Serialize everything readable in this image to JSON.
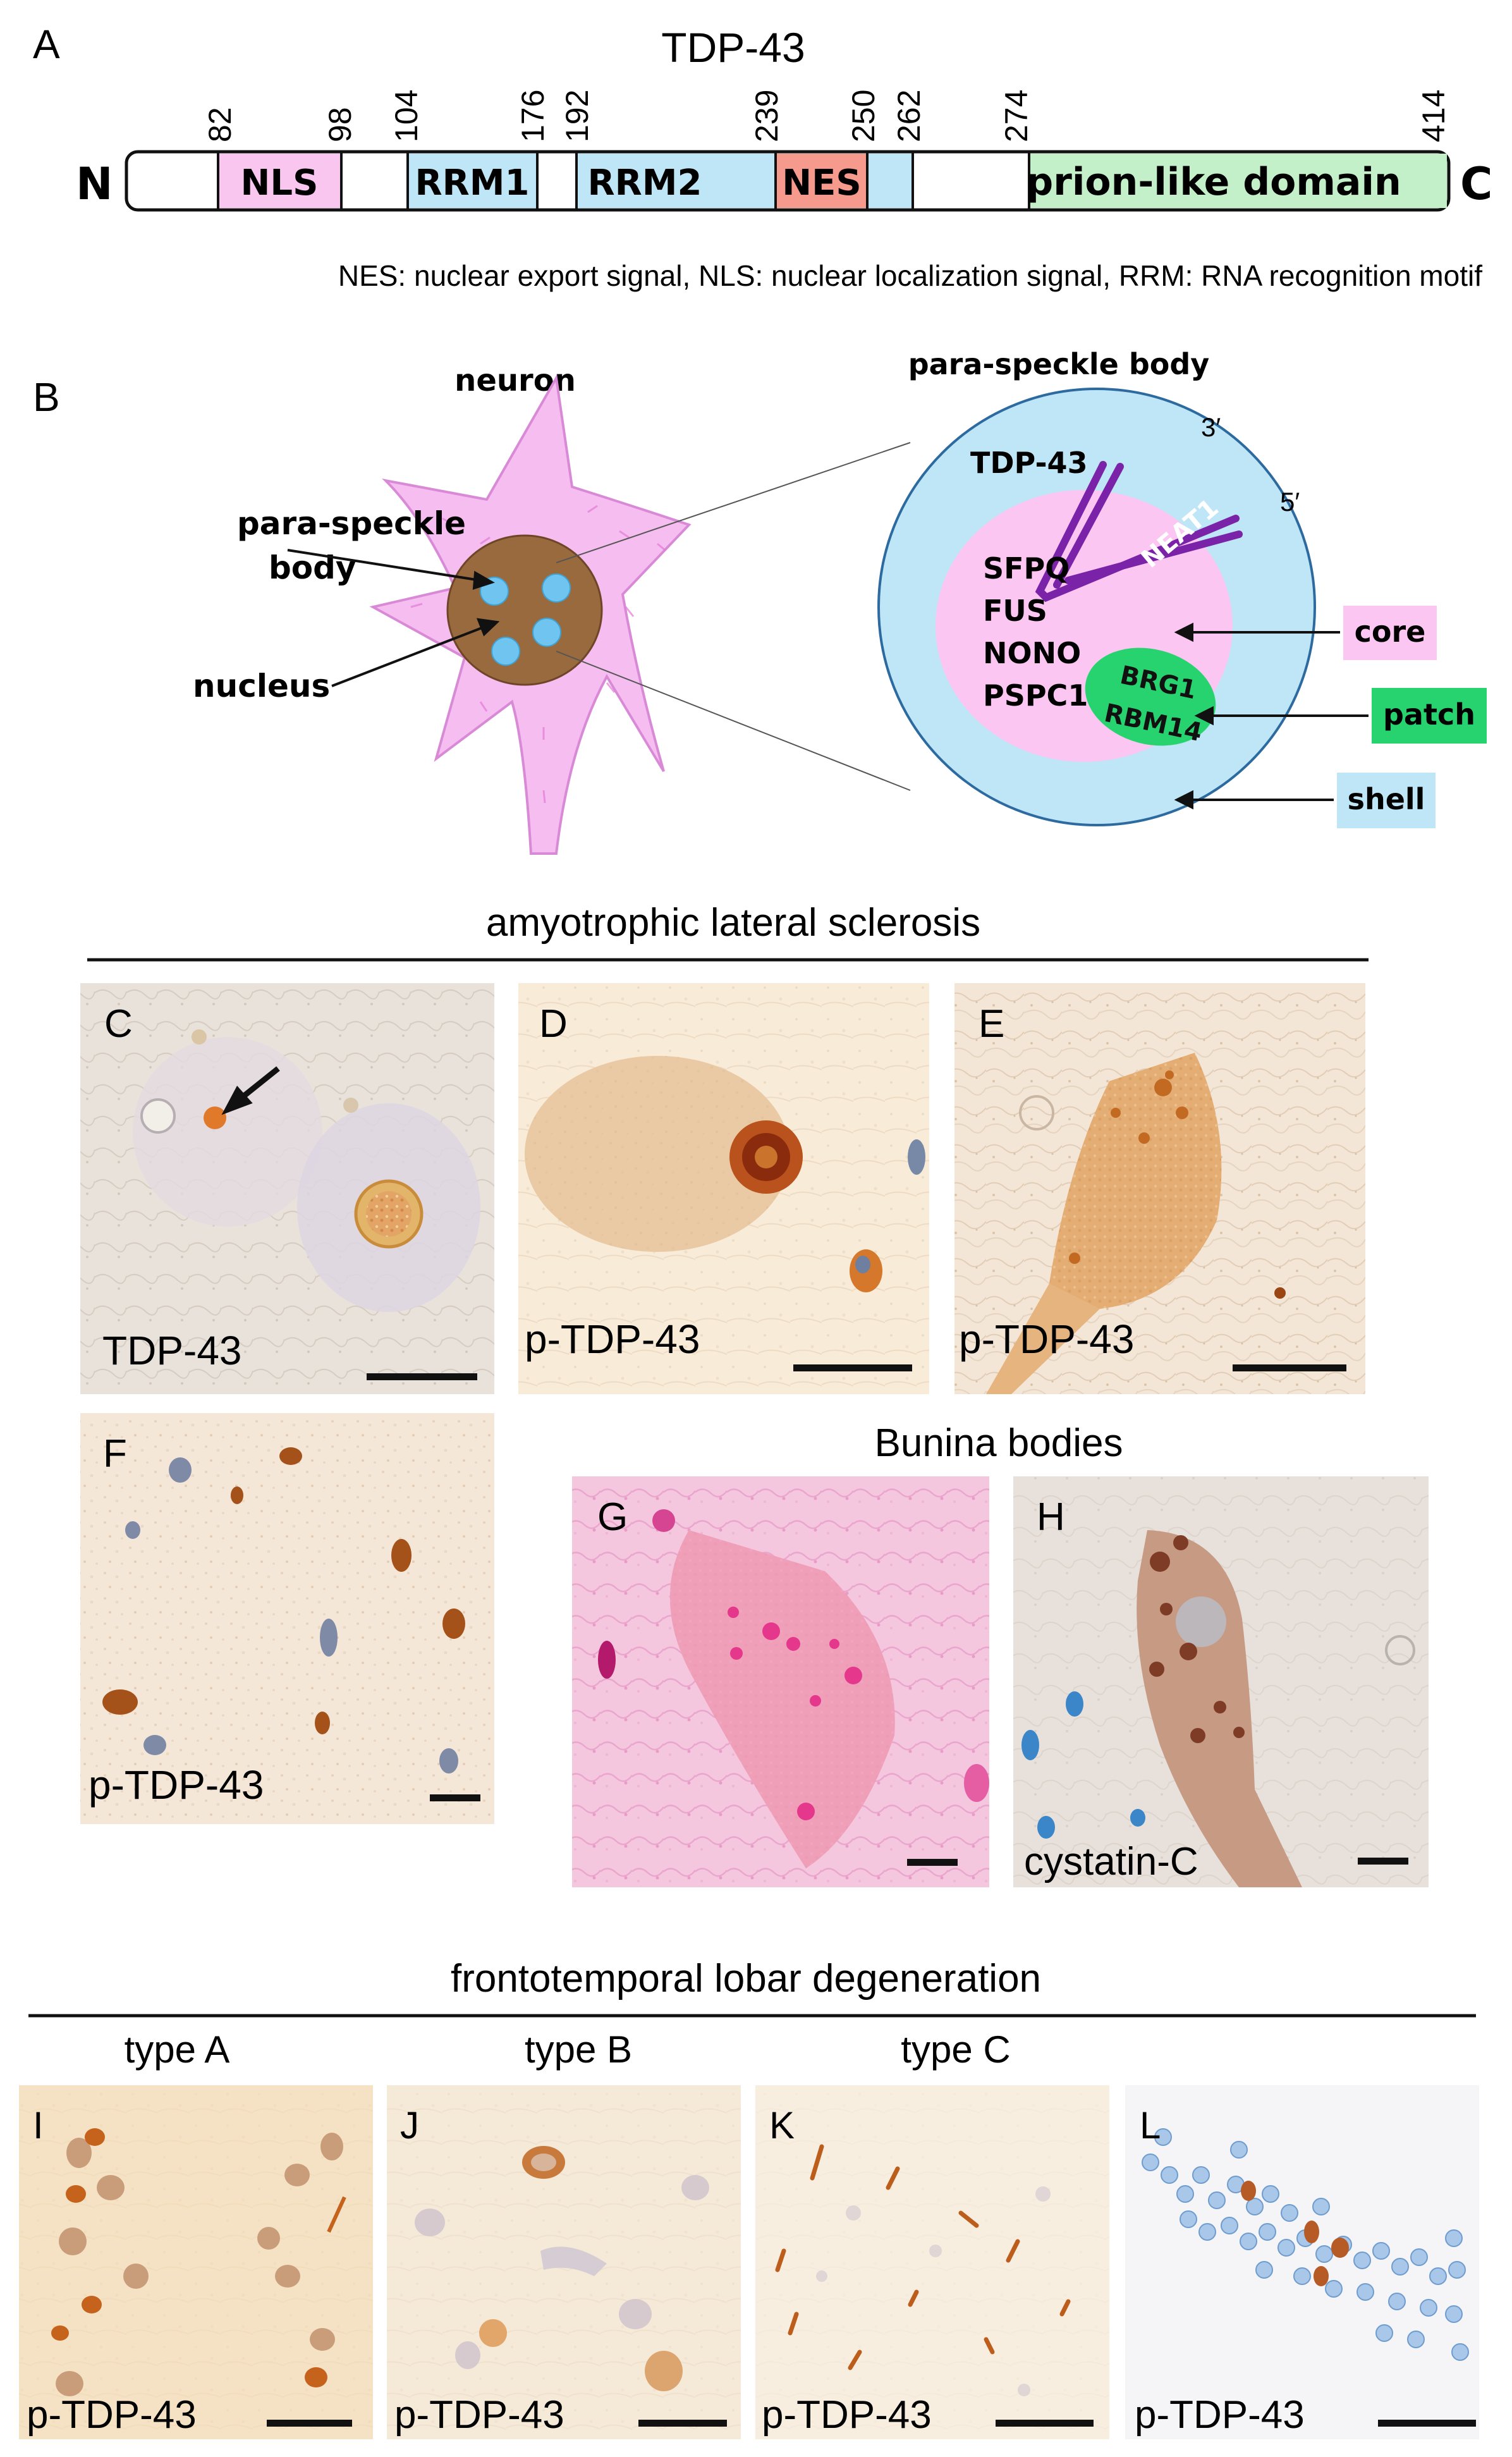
{
  "panelA": {
    "letter": "A",
    "title": "TDP-43",
    "n_label": "N",
    "c_label": "C",
    "positions": [
      "82",
      "98",
      "104",
      "176",
      "192",
      "239",
      "250",
      "262",
      "274",
      "414"
    ],
    "domains": {
      "nls": "NLS",
      "rrm1": "RRM1",
      "rrm2": "RRM2",
      "nes": "NES",
      "prion": "prion-like domain"
    },
    "legend": "NES: nuclear export signal, NLS: nuclear localization signal, RRM: RNA recognition motif",
    "colors": {
      "nls": "#f9c6f0",
      "rrm": "#bfe6f7",
      "nes": "#f59a8c",
      "prion": "#c4f0c9"
    }
  },
  "panelB": {
    "letter": "B",
    "neuron_title": "neuron",
    "paraspeckle_label": "para-speckle body",
    "nucleus_label": "nucleus",
    "psb_title": "para-speckle body",
    "tdp_label": "TDP-43",
    "core_proteins": [
      "SFPQ",
      "FUS",
      "NONO",
      "PSPC1"
    ],
    "neat1": "NEAT1",
    "three_prime": "3′",
    "five_prime": "5′",
    "patch_proteins": [
      "BRG1",
      "RBM14"
    ],
    "tags": {
      "core": "core",
      "patch": "patch",
      "shell": "shell"
    },
    "colors": {
      "shell": "#bfe6f7",
      "core": "#fbc6f2",
      "patch": "#27d36f",
      "neat1": "#7a22a8",
      "neuron": "#f4b8ef",
      "nucleus": "#9a6a3f"
    }
  },
  "als": {
    "heading": "amyotrophic lateral sclerosis",
    "panels": [
      {
        "letter": "C",
        "label": "TDP-43"
      },
      {
        "letter": "D",
        "label": "p-TDP-43"
      },
      {
        "letter": "E",
        "label": "p-TDP-43"
      },
      {
        "letter": "F",
        "label": "p-TDP-43"
      },
      {
        "letter": "G",
        "label": ""
      },
      {
        "letter": "H",
        "label": "cystatin-C"
      }
    ],
    "bunina_heading": "Bunina bodies"
  },
  "ftld": {
    "heading": "frontotemporal lobar degeneration",
    "types": [
      "type A",
      "type B",
      "type C"
    ],
    "panels": [
      {
        "letter": "I",
        "label": "p-TDP-43"
      },
      {
        "letter": "J",
        "label": "p-TDP-43"
      },
      {
        "letter": "K",
        "label": "p-TDP-43"
      },
      {
        "letter": "L",
        "label": "p-TDP-43"
      }
    ]
  }
}
